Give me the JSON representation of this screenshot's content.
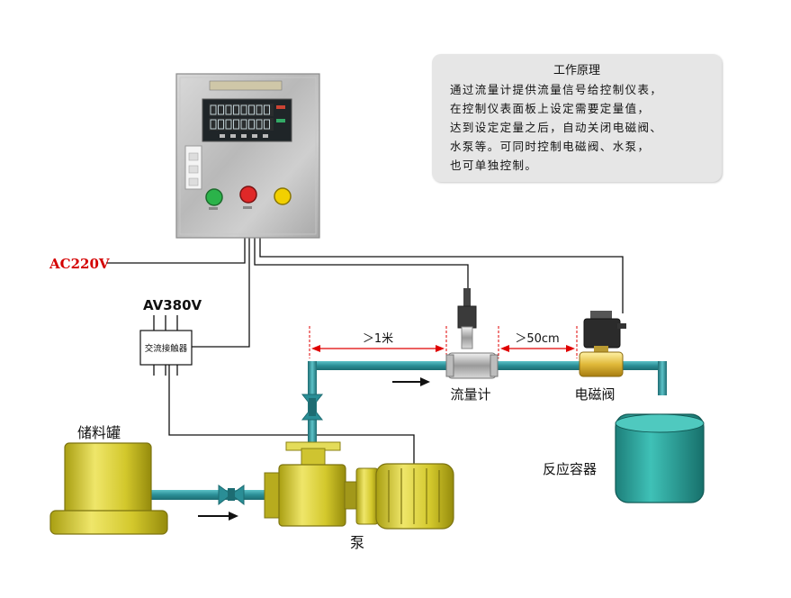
{
  "info_panel": {
    "title": "工作原理",
    "lines": [
      "通过流量计提供流量信号给控制仪表，",
      "在控制仪表面板上设定需要定量值，",
      "达到设定定量之后，自动关闭电磁阀、",
      "水泵等。可同时控制电磁阀、水泵，",
      "也可单独控制。"
    ]
  },
  "labels": {
    "power_in": "AC220V",
    "power_contactor": "AV380V",
    "contactor": "交流接触器",
    "dist_1m": "＞1米",
    "dist_50cm": "＞50cm",
    "flowmeter": "流量计",
    "solenoid_valve": "电磁阀",
    "storage_tank": "储料罐",
    "reaction_vessel": "反应容器",
    "pump": "泵"
  },
  "colors": {
    "pipe": "#2a8e96",
    "power_label": "#d40000",
    "dimension": "#e00000",
    "tank_yellow": "#d8cc2c",
    "vessel_teal": "#2aa39c"
  }
}
